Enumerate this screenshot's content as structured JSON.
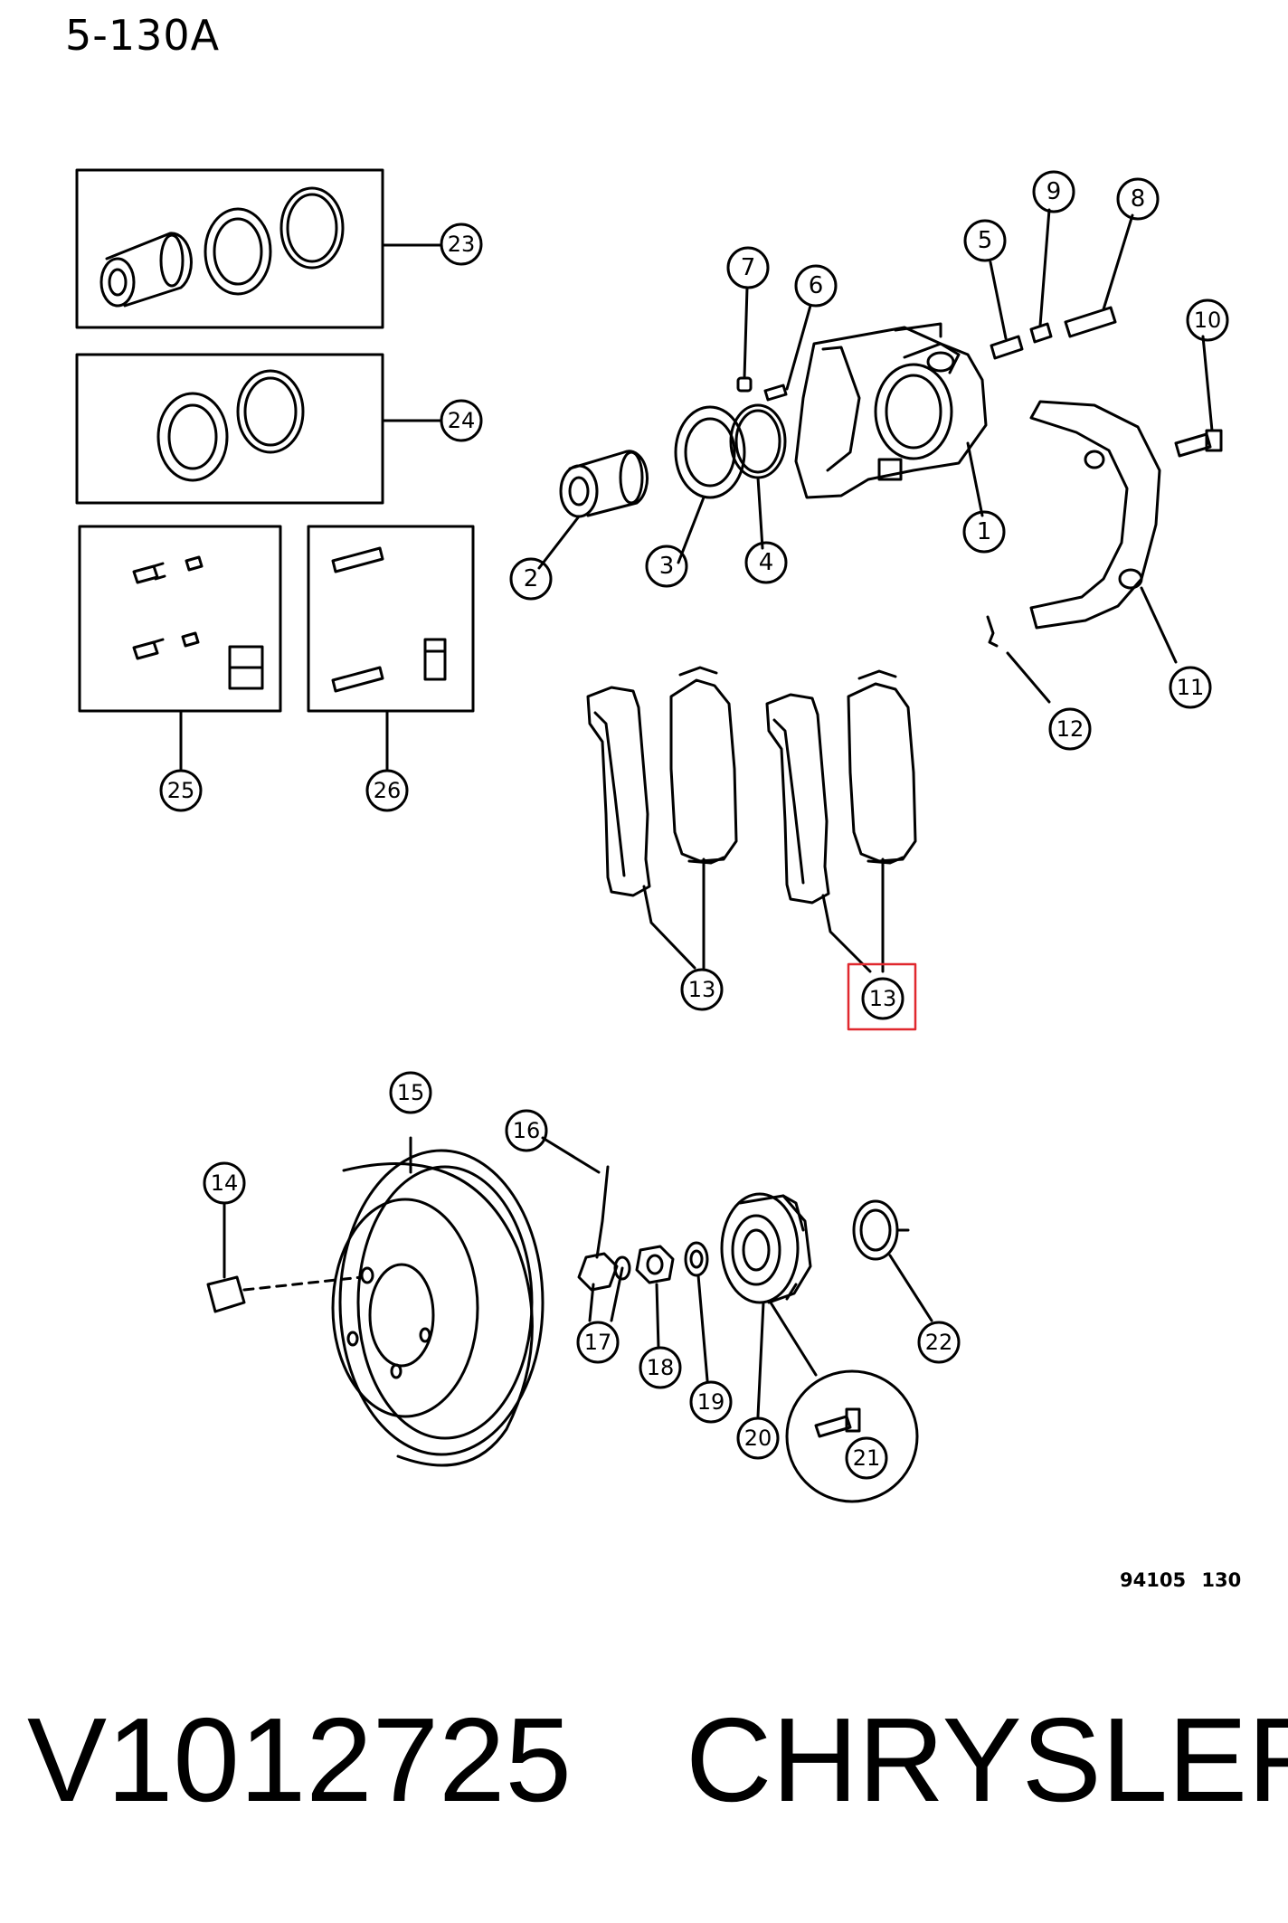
{
  "header": {
    "page_code": "5-130A"
  },
  "reference_code": "94105  130",
  "footer": {
    "part_number": "V1012725",
    "make": "CHRYSLER"
  },
  "highlight_color": "#e0282e",
  "callouts": [
    {
      "id": "c1",
      "label": "1"
    },
    {
      "id": "c2",
      "label": "2"
    },
    {
      "id": "c3",
      "label": "3"
    },
    {
      "id": "c4",
      "label": "4"
    },
    {
      "id": "c5",
      "label": "5"
    },
    {
      "id": "c6",
      "label": "6"
    },
    {
      "id": "c7",
      "label": "7"
    },
    {
      "id": "c8",
      "label": "8"
    },
    {
      "id": "c9",
      "label": "9"
    },
    {
      "id": "c10",
      "label": "10"
    },
    {
      "id": "c11",
      "label": "11"
    },
    {
      "id": "c12",
      "label": "12"
    },
    {
      "id": "c13a",
      "label": "13"
    },
    {
      "id": "c13b",
      "label": "13",
      "highlighted": true
    },
    {
      "id": "c14",
      "label": "14"
    },
    {
      "id": "c15",
      "label": "15"
    },
    {
      "id": "c16",
      "label": "16"
    },
    {
      "id": "c17",
      "label": "17"
    },
    {
      "id": "c18",
      "label": "18"
    },
    {
      "id": "c19",
      "label": "19"
    },
    {
      "id": "c20",
      "label": "20"
    },
    {
      "id": "c21",
      "label": "21"
    },
    {
      "id": "c22",
      "label": "22"
    },
    {
      "id": "c23",
      "label": "23"
    },
    {
      "id": "c24",
      "label": "24"
    },
    {
      "id": "c25",
      "label": "25"
    },
    {
      "id": "c26",
      "label": "26"
    }
  ]
}
